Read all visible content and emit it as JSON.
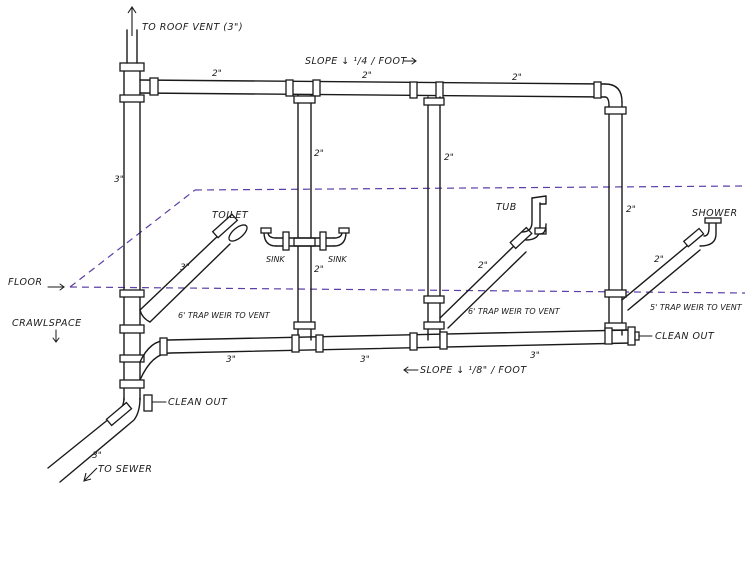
{
  "labels": {
    "roof_vent": "TO ROOF VENT (3\")",
    "main_stack": "3\"",
    "top_vent_1": "2\"",
    "top_vent_2": "2\"",
    "top_vent_3": "2\"",
    "slope_top": "SLOPE ↓ ¹/4 / FOOT",
    "riser_sink": "2\"",
    "riser_tub": "2\"",
    "riser_shower": "2\"",
    "toilet": "TOILET",
    "toilet_drain": "3\"",
    "toilet_trap": "6' TRAP WEIR TO VENT",
    "sink_left": "SINK",
    "sink_right": "SINK",
    "sink_drain": "2\"",
    "tub": "TUB",
    "tub_drain": "2\"",
    "tub_trap": "6' TRAP WEIR TO VENT",
    "shower": "SHOWER",
    "shower_drain": "2\"",
    "shower_trap": "5' TRAP WEIR TO VENT",
    "floor": "FLOOR",
    "crawlspace": "CRAWLSPACE",
    "bottom_1": "3\"",
    "bottom_2": "3\"",
    "bottom_3": "3\"",
    "clean_out_right": "CLEAN OUT",
    "slope_bottom": "SLOPE ↓ ¹/8\" / FOOT",
    "clean_out_lower": "CLEAN OUT",
    "sewer_size": "3\"",
    "to_sewer": "TO SEWER"
  },
  "colors": {
    "ink": "#1a1a1a",
    "floor_line": "#5b3fa6"
  }
}
